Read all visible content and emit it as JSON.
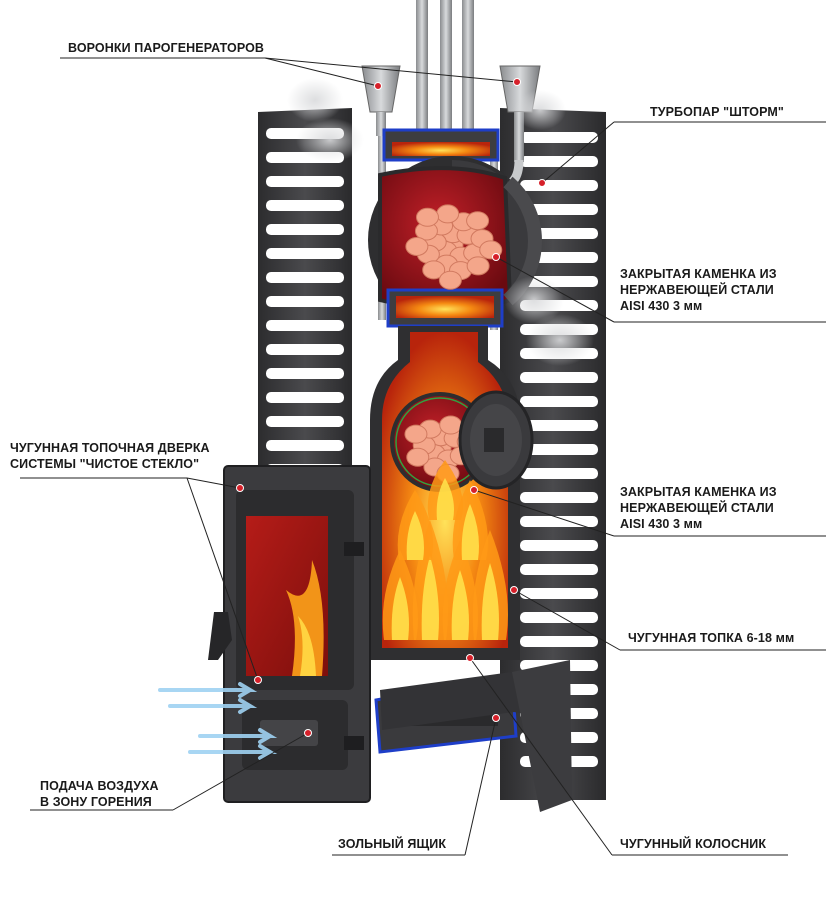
{
  "labels": {
    "funnels": "ВОРОНКИ ПАРОГЕНЕРАТОРОВ",
    "turbo": "ТУРБОПАР \"ШТОРМ\"",
    "heater_top": {
      "l1": "ЗАКРЫТАЯ КАМЕНКА ИЗ",
      "l2": "НЕРЖАВЕЮЩЕЙ СТАЛИ",
      "l3": "AISI 430   3 мм"
    },
    "door": {
      "l1": "ЧУГУННАЯ ТОПОЧНАЯ ДВЕРКА",
      "l2": "СИСТЕМЫ \"ЧИСТОЕ СТЕКЛО\""
    },
    "heater_mid": {
      "l1": "ЗАКРЫТАЯ КАМЕНКА ИЗ",
      "l2": "НЕРЖАВЕЮЩЕЙ СТАЛИ",
      "l3": "AISI 430   3 мм"
    },
    "firebox": "ЧУГУННАЯ ТОПКА 6-18 мм",
    "air": {
      "l1": "ПОДАЧА ВОЗДУХА",
      "l2": "В ЗОНУ ГОРЕНИЯ"
    },
    "ashbox": "ЗОЛЬНЫЙ ЯЩИК",
    "grate": "ЧУГУННЫЙ КОЛОСНИК"
  },
  "colors": {
    "metal": "#3a3a3c",
    "metal_dark": "#232325",
    "fire": "#f07a12",
    "chamber": "#a8141c",
    "stones": "#f4a68a",
    "blue_outline": "#1e3ec8",
    "marker": "#d6202a"
  }
}
